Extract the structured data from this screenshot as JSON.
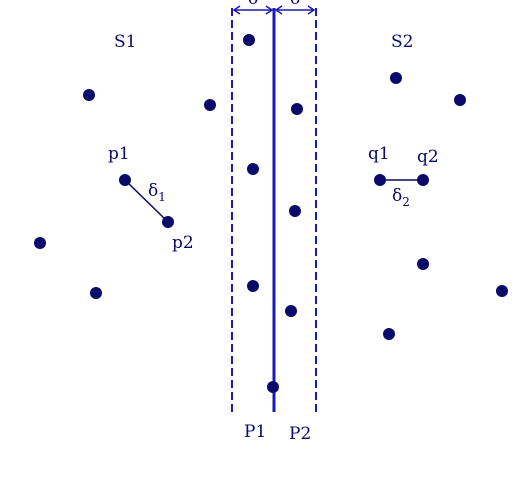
{
  "colors": {
    "ink": "#0a0a6a",
    "line": "#1a1ab4"
  },
  "labels": {
    "set_left": "S1",
    "set_right": "S2",
    "p1": "p1",
    "p2": "p2",
    "q1": "q1",
    "q2": "q2",
    "delta_symbol": "δ",
    "delta1_sub": "1",
    "delta2_sub": "2",
    "strip_left": "P1",
    "strip_right": "P2",
    "width_left": "δ",
    "width_right": "δ"
  }
}
